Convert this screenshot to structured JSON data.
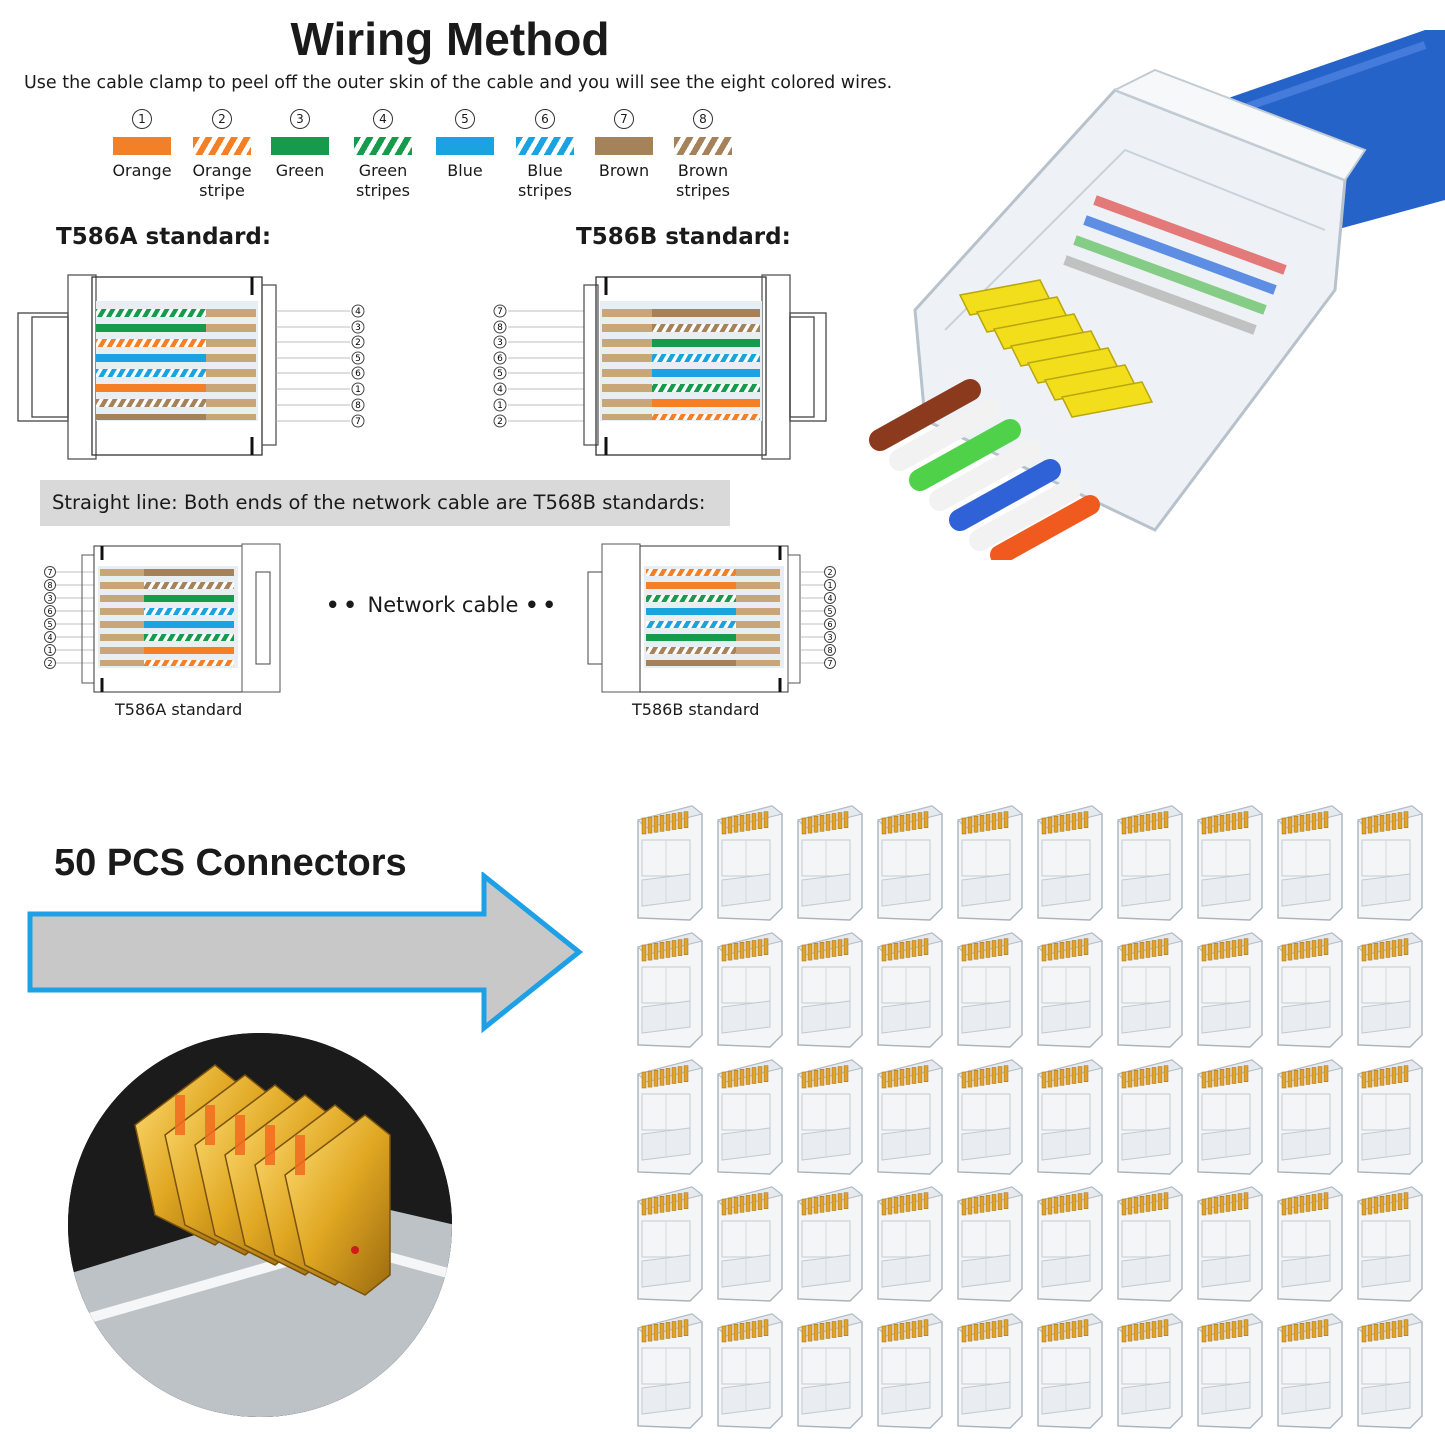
{
  "header": {
    "title": "Wiring Method",
    "subtitle": "Use the cable clamp to peel off the outer skin of the cable and you will see the eight colored wires."
  },
  "legend": [
    {
      "num": "1",
      "label": "Orange",
      "label2": "",
      "color": "#f37f27",
      "striped": false
    },
    {
      "num": "2",
      "label": "Orange",
      "label2": "stripe",
      "color": "#f37f27",
      "striped": true
    },
    {
      "num": "3",
      "label": "Green",
      "label2": "",
      "color": "#169b4c",
      "striped": false
    },
    {
      "num": "4",
      "label": "Green",
      "label2": "stripes",
      "color": "#169b4c",
      "striped": true
    },
    {
      "num": "5",
      "label": "Blue",
      "label2": "",
      "color": "#1aa3e0",
      "striped": false
    },
    {
      "num": "6",
      "label": "Blue",
      "label2": "stripes",
      "color": "#1aa3e0",
      "striped": true
    },
    {
      "num": "7",
      "label": "Brown",
      "label2": "",
      "color": "#a6825b",
      "striped": false
    },
    {
      "num": "8",
      "label": "Brown",
      "label2": "stripes",
      "color": "#a6825b",
      "striped": true
    }
  ],
  "standards": {
    "a_heading": "T586A standard:",
    "b_heading": "T586B standard:",
    "a_order": [
      "4",
      "3",
      "2",
      "5",
      "6",
      "1",
      "8",
      "7"
    ],
    "b_order": [
      "7",
      "8",
      "3",
      "6",
      "5",
      "4",
      "1",
      "2"
    ]
  },
  "straight": {
    "banner": "Straight line: Both ends of the network cable are T568B standards:",
    "cable_label": "Network cable",
    "dots": "••",
    "left_caption": "T586A standard",
    "right_caption": "T586B standard",
    "left_order": [
      "7",
      "8",
      "3",
      "6",
      "5",
      "4",
      "1",
      "2"
    ],
    "right_order": [
      "2",
      "1",
      "4",
      "5",
      "6",
      "3",
      "8",
      "7"
    ]
  },
  "bottom": {
    "title": "50 PCS Connectors",
    "connector_count": 50
  },
  "colors": {
    "arrow_fill": "#c8c8c8",
    "arrow_stroke": "#1ea0e6",
    "cable_blue": "#2563c9",
    "gold": "#e0a722",
    "contact_yellow": "#f2de1b"
  }
}
